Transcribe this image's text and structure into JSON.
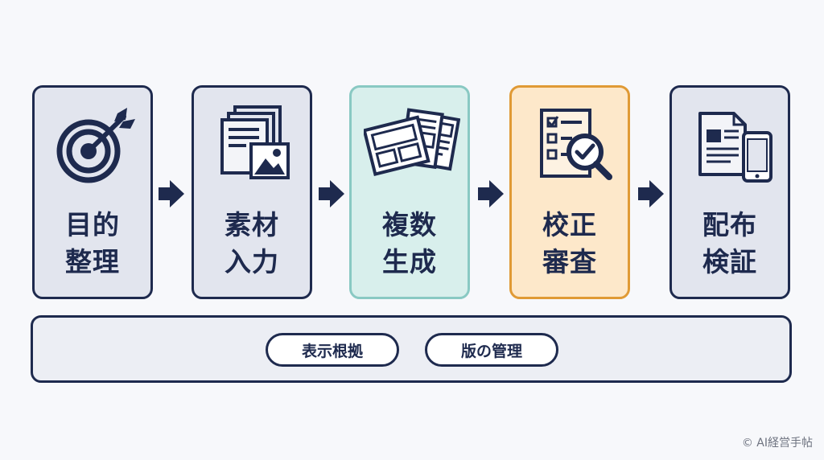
{
  "steps": [
    {
      "line1": "目的",
      "line2": "整理",
      "icon": "target-icon"
    },
    {
      "line1": "素材",
      "line2": "入力",
      "icon": "documents-image-icon"
    },
    {
      "line1": "複数",
      "line2": "生成",
      "icon": "multiple-layouts-icon"
    },
    {
      "line1": "校正",
      "line2": "審査",
      "icon": "checklist-magnifier-icon"
    },
    {
      "line1": "配布",
      "line2": "検証",
      "icon": "document-phone-icon"
    }
  ],
  "bottom": {
    "pills": [
      "表示根拠",
      "版の管理"
    ]
  },
  "copyright": "© AI経営手帖",
  "colors": {
    "navy": "#1e2a4e",
    "step_default": "#e2e5ee",
    "step_generate": "#d8efec",
    "step_generate_border": "#89c9c3",
    "step_review": "#fde8ca",
    "step_review_border": "#e09a35"
  }
}
